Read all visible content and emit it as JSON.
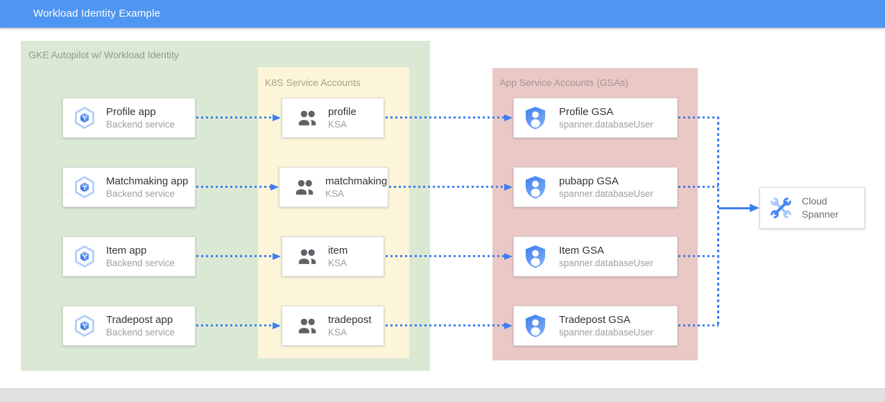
{
  "header": {
    "title": "Workload Identity Example"
  },
  "colors": {
    "header_bar": "#4e96f2",
    "gke_container_fill": "#dbe8d4",
    "ksa_container_fill": "#fcf5da",
    "gsa_container_fill": "#eac8c5",
    "connector_blue": "#3d7ef0",
    "icon_blue": "#4285f4",
    "icon_light_blue": "#a6c7fa",
    "ksa_icon_gray": "#5f6368"
  },
  "gke": {
    "title": "GKE Autopilot w/ Workload Identity",
    "apps": [
      {
        "title": "Profile app",
        "subtitle": "Backend service"
      },
      {
        "title": "Matchmaking app",
        "subtitle": "Backend service"
      },
      {
        "title": "Item app",
        "subtitle": "Backend service"
      },
      {
        "title": "Tradepost app",
        "subtitle": "Backend service"
      }
    ]
  },
  "ksa": {
    "title": "K8S Service Accounts",
    "accounts": [
      {
        "title": "profile",
        "subtitle": "KSA"
      },
      {
        "title": "matchmaking",
        "subtitle": "KSA"
      },
      {
        "title": "item",
        "subtitle": "KSA"
      },
      {
        "title": "tradepost",
        "subtitle": "KSA"
      }
    ]
  },
  "gsa": {
    "title": "App Service Accounts (GSAs)",
    "accounts": [
      {
        "title": "Profile GSA",
        "subtitle": "spanner.databaseUser"
      },
      {
        "title": "pubapp GSA",
        "subtitle": "spanner.databaseUser"
      },
      {
        "title": "Item GSA",
        "subtitle": "spanner.databaseUser"
      },
      {
        "title": "Tradepost GSA",
        "subtitle": "spanner.databaseUser"
      }
    ]
  },
  "spanner": {
    "title": "Cloud Spanner"
  }
}
